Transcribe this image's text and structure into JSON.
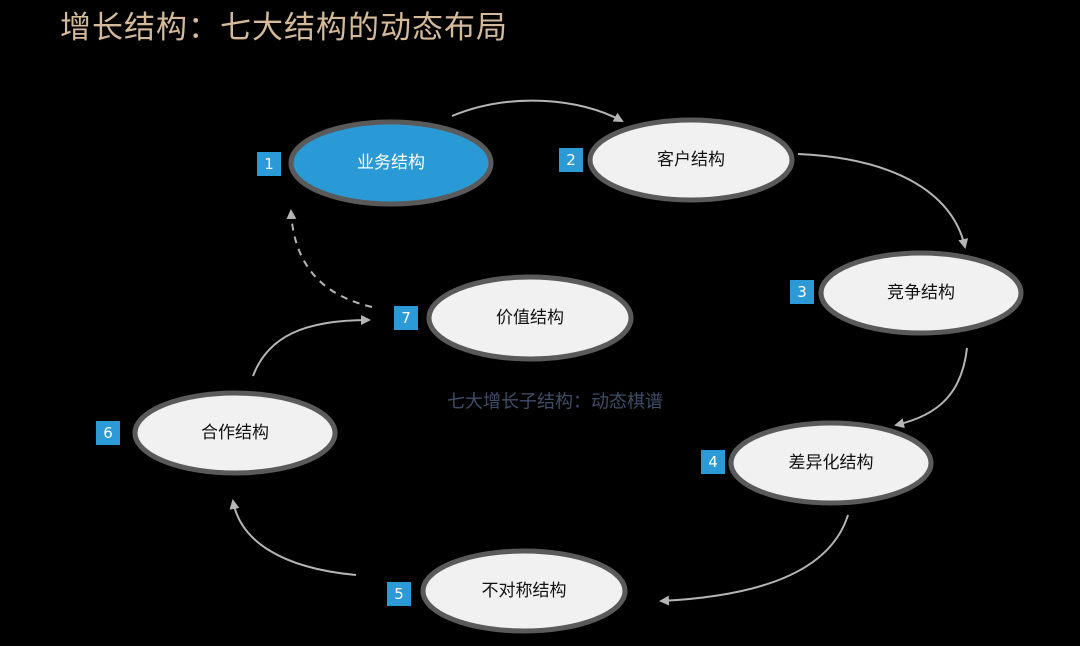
{
  "title": "增长结构：七大结构的动态布局",
  "subtitle": "七大增长子结构：动态棋谱",
  "colors": {
    "background": "#000000",
    "title": "#d4b99a",
    "subtitle": "#3e4e68",
    "node_fill": "#f1f1f1",
    "node_active_fill": "#2b9ad6",
    "node_border": "#5a5a5a",
    "badge_fill": "#2b9ad6",
    "badge_text": "#ffffff",
    "arrow": "#b5b5b5"
  },
  "nodes": [
    {
      "number": "1",
      "label": "业务结构",
      "active": true
    },
    {
      "number": "2",
      "label": "客户结构",
      "active": false
    },
    {
      "number": "3",
      "label": "竞争结构",
      "active": false
    },
    {
      "number": "4",
      "label": "差异化结构",
      "active": false
    },
    {
      "number": "5",
      "label": "不对称结构",
      "active": false
    },
    {
      "number": "6",
      "label": "合作结构",
      "active": false
    },
    {
      "number": "7",
      "label": "价值结构",
      "active": false
    }
  ],
  "connections": [
    {
      "from": "1",
      "to": "2",
      "style": "solid"
    },
    {
      "from": "2",
      "to": "3",
      "style": "solid"
    },
    {
      "from": "3",
      "to": "4",
      "style": "solid"
    },
    {
      "from": "4",
      "to": "5",
      "style": "solid"
    },
    {
      "from": "5",
      "to": "6",
      "style": "solid"
    },
    {
      "from": "6",
      "to": "7",
      "style": "solid"
    },
    {
      "from": "7",
      "to": "1",
      "style": "dashed"
    }
  ]
}
